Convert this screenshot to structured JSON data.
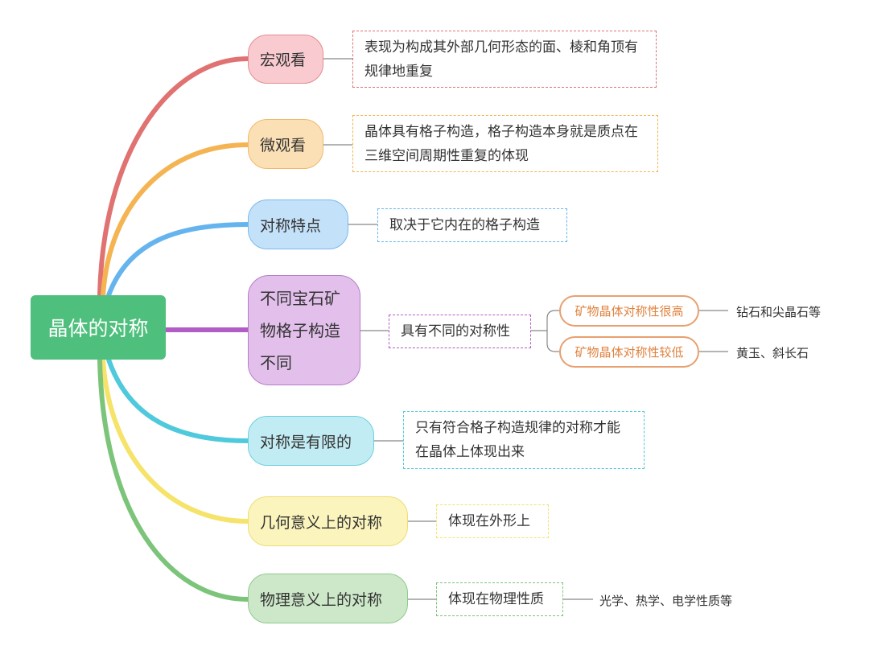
{
  "root": {
    "label": "晶体的对称"
  },
  "branches": [
    {
      "label": "宏观看",
      "detail": "表现为构成其外部几何形态的面、棱和角顶有规律地重复",
      "color": "#e07272",
      "fill": "#f9cbd0",
      "border": "#e28c8c"
    },
    {
      "label": "微观看",
      "detail": "晶体具有格子构造，格子构造本身就是质点在三维空间周期性重复的体现",
      "color": "#f5b452",
      "fill": "#fbe0b6",
      "border": "#f2b868"
    },
    {
      "label": "对称特点",
      "detail": "取决于它内在的格子构造",
      "color": "#66b4ee",
      "fill": "#c4e1fa",
      "border": "#7ab9ec"
    },
    {
      "label": "不同宝石矿物格子构造不同",
      "detail": "具有不同的对称性",
      "color": "#b25cc6",
      "fill": "#e3c0ec",
      "border": "#b87cc8",
      "subs": [
        {
          "label": "矿物晶体对称性很高",
          "example": "钻石和尖晶石等"
        },
        {
          "label": "矿物晶体对称性较低",
          "example": "黄玉、斜长石"
        }
      ]
    },
    {
      "label": "对称是有限的",
      "detail": "只有符合格子构造规律的对称才能在晶体上体现出来",
      "color": "#4fc9dc",
      "fill": "#c2ecf3",
      "border": "#6ccfe0"
    },
    {
      "label": "几何意义上的对称",
      "detail": "体现在外形上",
      "color": "#f5e36a",
      "fill": "#fbf4bd",
      "border": "#eedd72"
    },
    {
      "label": "物理意义上的对称",
      "detail": "体现在物理性质",
      "extra": "光学、热学、电学性质等",
      "color": "#7cc47a",
      "fill": "#cde8c9",
      "border": "#8ec98a"
    }
  ]
}
